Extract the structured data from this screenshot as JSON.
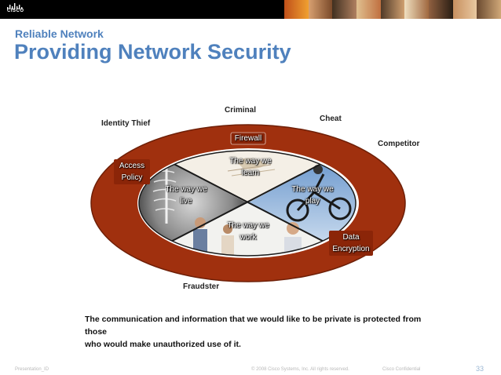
{
  "logo": {
    "brand": "CISCO"
  },
  "slide": {
    "subtitle": "Reliable Network",
    "title": "Providing Network Security"
  },
  "threats": {
    "criminal": "Criminal",
    "identity_thief": "Identity Thief",
    "cheat": "Cheat",
    "competitor": "Competitor",
    "fraudster": "Fraudster"
  },
  "ring_labels": {
    "firewall": "Firewall",
    "access_policy": [
      "Access",
      "Policy"
    ],
    "data_encryption": [
      "Data",
      "Encryption"
    ]
  },
  "inner_labels": {
    "learn": [
      "The way we",
      "learn"
    ],
    "live": [
      "The way we",
      "live"
    ],
    "play": [
      "The way we",
      "play"
    ],
    "work": [
      "The way we",
      "work"
    ]
  },
  "caption": {
    "line1": "The communication and information that we would like to be private is protected from those",
    "line2": "who would make unauthorized use of it."
  },
  "footer": {
    "left": "Presentation_ID",
    "center": "© 2008 Cisco Systems, Inc. All rights reserved.",
    "right": "Cisco Confidential",
    "page": "33"
  },
  "colors": {
    "brand_blue": "#4f81bd",
    "ring": "#a0300e",
    "ring_label_bg": "#8b2508"
  }
}
